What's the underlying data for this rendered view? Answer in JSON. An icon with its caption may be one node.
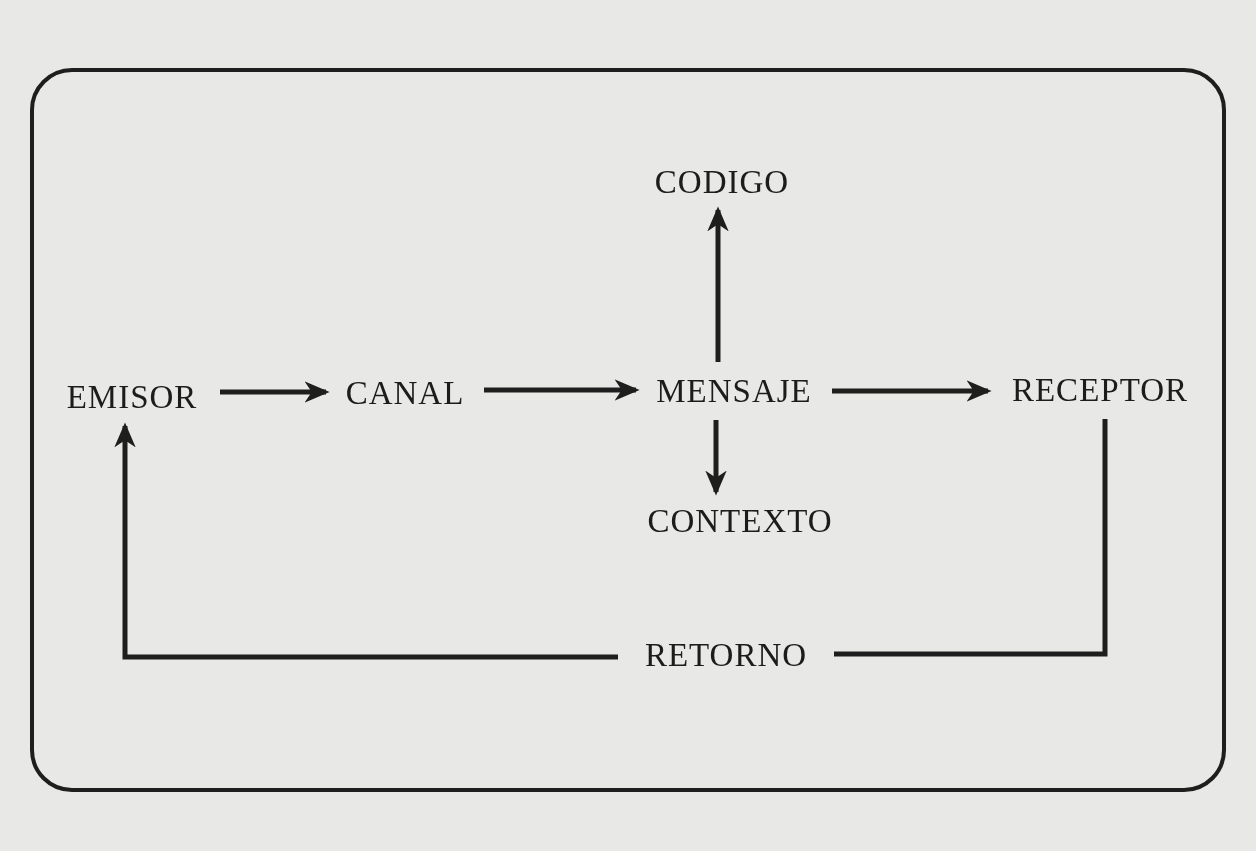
{
  "diagram": {
    "nodes": [
      {
        "text": [],
        "shape": "box"
      },
      {
        "text": [
          "EMISOR"
        ],
        "in": 0
      },
      {
        "text": [
          "CANAL"
        ],
        "in": 0
      },
      {
        "text": [
          "MENSAJE"
        ],
        "in": 0
      },
      {
        "text": [
          "CODIGO"
        ],
        "in": 0
      },
      {
        "text": [
          "CONTEXTO"
        ],
        "in": 0
      },
      {
        "text": [
          "RECEPTOR"
        ],
        "in": 0
      },
      {
        "text": [
          "RETORNO"
        ],
        "in": 0
      }
    ],
    "edges": [
      {
        "from": 1,
        "to": 2,
        "arrow": "to"
      },
      {
        "from": 2,
        "to": 3,
        "arrow": "to"
      },
      {
        "from": 3,
        "to": 4,
        "arrow": "to"
      },
      {
        "from": 3,
        "to": 5,
        "arrow": "to"
      },
      {
        "from": 3,
        "to": 6,
        "arrow": "to"
      },
      {
        "from": 6,
        "to": 7,
        "arrow": "none"
      },
      {
        "from": 7,
        "to": 1,
        "arrow": "to"
      }
    ]
  }
}
